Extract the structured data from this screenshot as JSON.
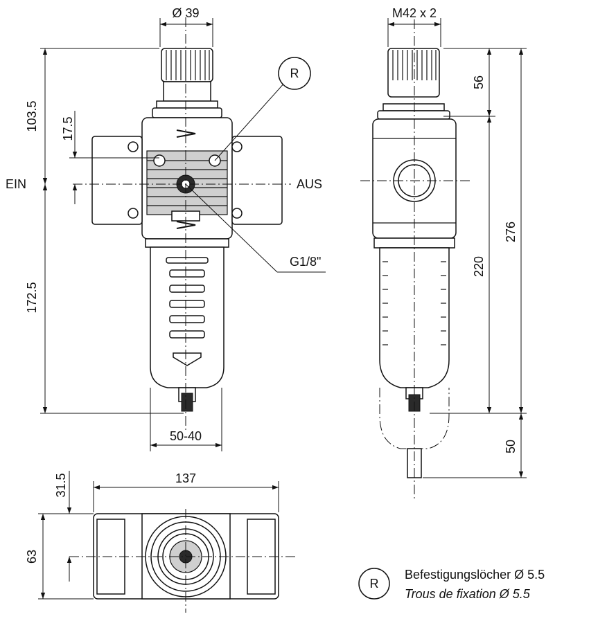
{
  "dimensions": {
    "diameter_39": "Ø 39",
    "thread": "M42 x 2",
    "d_103_5": "103.5",
    "d_17_5": "17.5",
    "d_172_5": "172.5",
    "d_50_40": "50-40",
    "d_56": "56",
    "d_220": "220",
    "d_276": "276",
    "d_50": "50",
    "d_137": "137",
    "d_31_5": "31.5",
    "d_63": "63"
  },
  "labels": {
    "inlet": "EIN",
    "outlet": "AUS",
    "port": "G1/8\"",
    "ref_marker": "R"
  },
  "legend": {
    "marker": "R",
    "line_de": "Befestigungslöcher Ø 5.5",
    "line_fr": "Trous de fixation Ø 5.5"
  }
}
